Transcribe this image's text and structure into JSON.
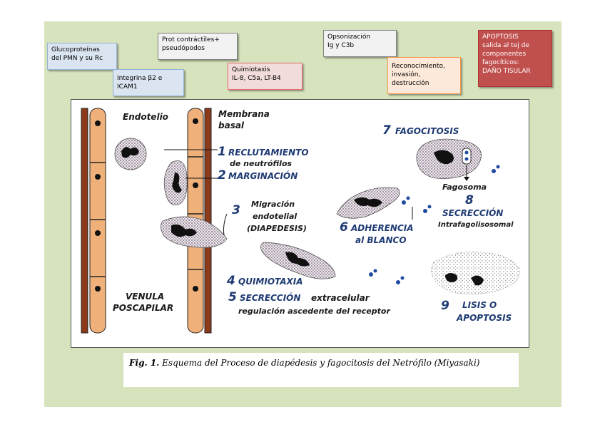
{
  "boxes": {
    "glucoproteinas": "Glucoproteínas\ndel PMN y su Rc",
    "prot_contractiles": "Prot contráctiles+\npseudópodos",
    "integrina": "Integrina β2 e\nICAM1",
    "quimiotaxis": "Quimiotaxis\nIL-8, C5a, LT-B4",
    "opsonizacion": "Opsonización\nIg y C3b",
    "reconocimiento": "Reconocimiento,\ninvasión,\ndestrucción",
    "apoptosis": "APOPTOSIS\nsalida al tej de\ncomponentes\nfagocíticos:\nDAÑO TISULAR"
  },
  "diagram": {
    "endotelio": "Endotelio",
    "membrana_1": "Membrana",
    "membrana_2": "basal",
    "step1_num": "1",
    "step1_a": "RECLUTAMIENTO",
    "step1_b": "de neutrófilos",
    "step2_num": "2",
    "step2": "MARGINACIÓN",
    "step3_num": "3",
    "step3_a": "Migración",
    "step3_b": "endotelial",
    "step3_c": "(DIAPEDESIS)",
    "step4_num": "4",
    "step4": "QUIMIOTAXIA",
    "step5_num": "5",
    "step5_a": "SECRECCIÓN",
    "step5_b": "extracelular",
    "step5_c": "regulación ascedente del receptor",
    "step6_num": "6",
    "step6_a": "ADHERENCIA",
    "step6_b": "al BLANCO",
    "step7_num": "7",
    "step7": "FAGOCITOSIS",
    "fagosoma": "Fagosoma",
    "step8_num": "8",
    "step8_a": "SECRECCIÓN",
    "step8_b": "Intrafagolisosomal",
    "step9_num": "9",
    "step9_a": "LISIS O",
    "step9_b": "APOPTOSIS",
    "venula_1": "VENULA",
    "venula_2": "POSCAPILAR"
  },
  "caption": {
    "fig": "Fig. 1.",
    "text": " Esquema del Proceso de diapédesis y fagocitosis del Netrófilo (Miyasaki)"
  },
  "colors": {
    "panel": "#d7e3bc",
    "cell": "#f0b07a",
    "vessel_wall": "#8b3a1a",
    "granule": "#1f4aa0"
  }
}
